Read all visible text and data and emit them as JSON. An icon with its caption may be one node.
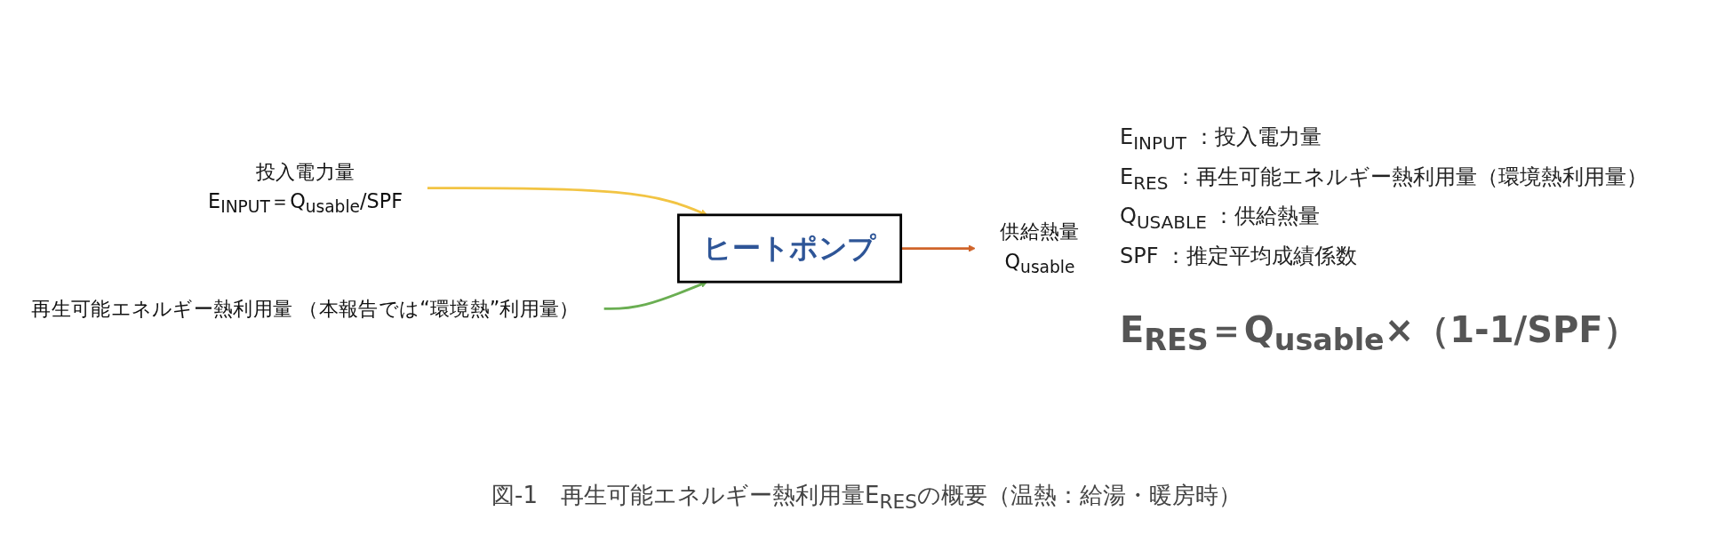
{
  "diagram": {
    "caption": "図-1　再生可能エネルギー熱利用量E$_{RES}$の概要（温熱：給湯・暖房時）",
    "nodes": [
      {
        "text": [
          "投入電力量",
          "E$_{INPUT}$＝Q$_{usable}$/SPF"
        ]
      },
      {
        "text": [
          "ヒートポンプ"
        ]
      },
      {
        "text": [
          "供給熱量",
          "Q$_{usable}$"
        ]
      },
      {
        "text": [
          "再生可能エネルギー熱利用量 （本報告では“環境熱”利用量）"
        ]
      }
    ],
    "edges": [
      {
        "from": 0,
        "to": 1,
        "arrow": "to",
        "color": "#f2c443"
      },
      {
        "from": 1,
        "to": 2,
        "arrow": "to",
        "color": "#d0642a"
      },
      {
        "from": 3,
        "to": 1,
        "arrow": "to",
        "color": "#6aae52"
      }
    ],
    "labels": [
      "E$_{INPUT}$ ：投入電力量",
      "E$_{RES}$ ：再生可能エネルギー熱利用量（環境熱利用量）",
      "Q$_{USABLE}$ ：供給熱量",
      "SPF ：推定平均成績係数",
      "E$_{RES}$＝Q$_{usable}$×（1-1/SPF）"
    ]
  }
}
